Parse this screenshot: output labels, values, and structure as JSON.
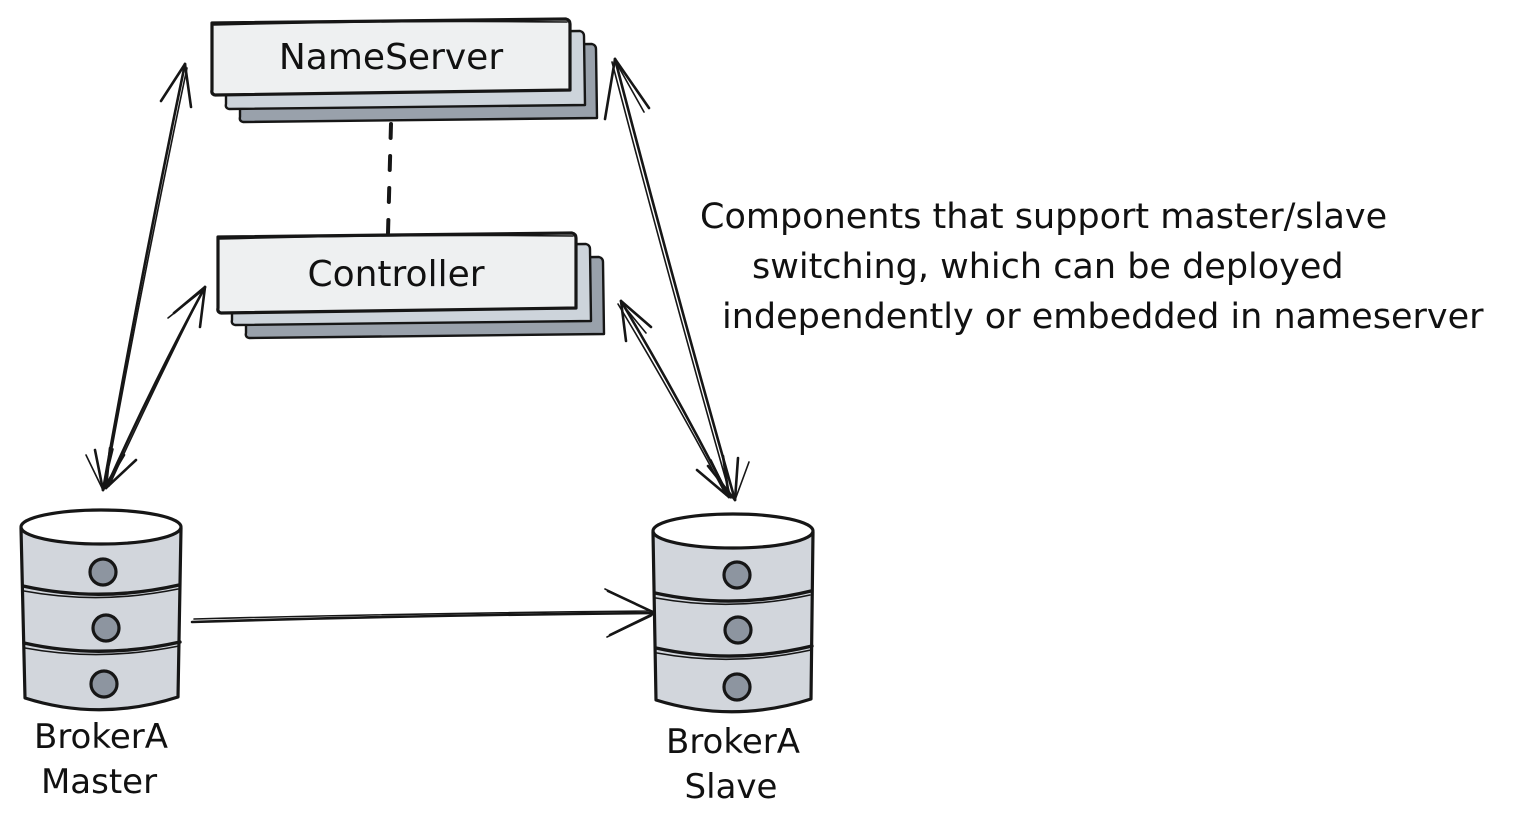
{
  "diagram": {
    "nodes": {
      "nameserver": {
        "label": "NameServer"
      },
      "controller": {
        "label": "Controller"
      },
      "broker_master": {
        "name": "BrokerA",
        "role": "Master"
      },
      "broker_slave": {
        "name": "BrokerA",
        "role": "Slave"
      }
    },
    "annotation": {
      "lines": [
        "Components that support master/slave",
        "switching, which can be deployed",
        "independently or embedded in nameserver"
      ]
    },
    "colors": {
      "stroke": "#161616",
      "box_front": "#eef0f1",
      "box_mid": "#cdd4db",
      "box_back": "#99a1ab",
      "cylinder_body": "#d2d6dc",
      "cylinder_top": "#ffffff",
      "dot": "#8d95a0",
      "background": "#ffffff"
    }
  }
}
